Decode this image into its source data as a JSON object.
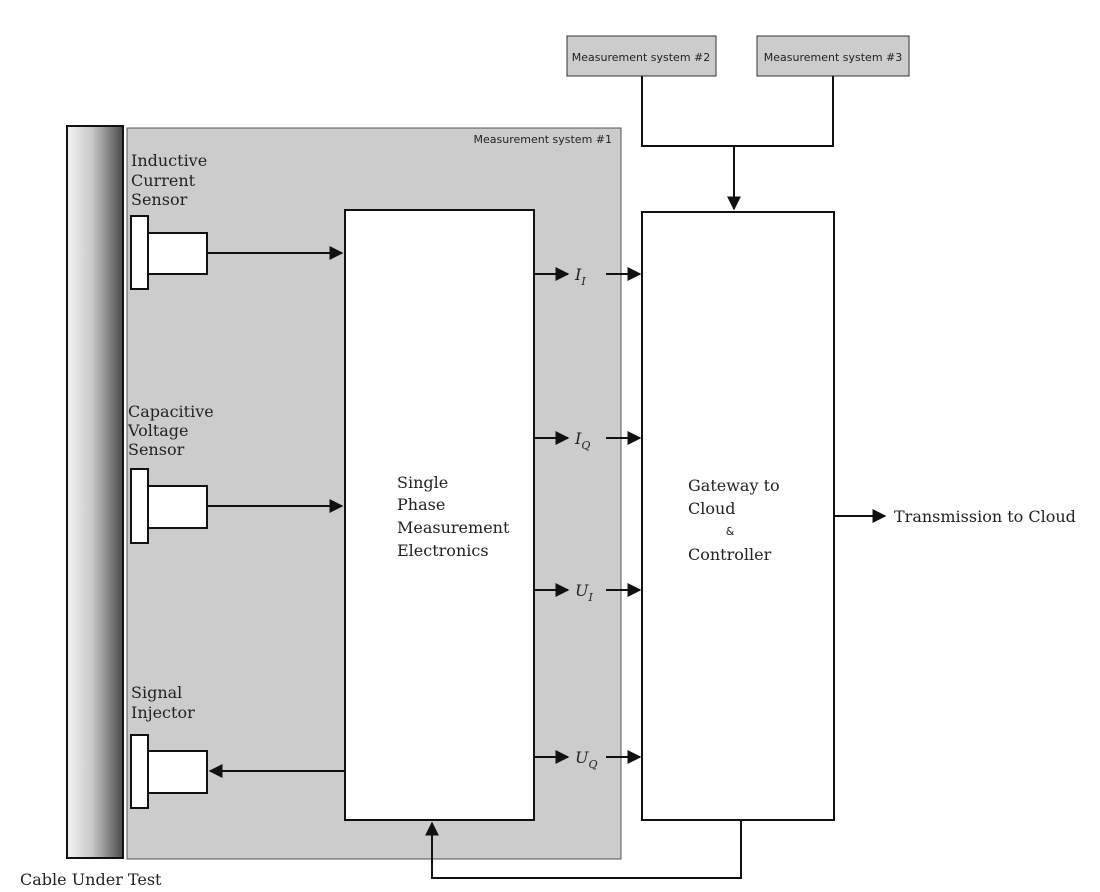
{
  "measurement_systems": {
    "system1": "Measurement system #1",
    "system2": "Measurement system #2",
    "system3": "Measurement system #3"
  },
  "cable_label": "Cable Under Test",
  "sensors": {
    "inductive": [
      "Inductive",
      "Current",
      "Sensor"
    ],
    "capacitive": [
      "Capacitive",
      "Voltage",
      "Sensor"
    ],
    "injector": [
      "Signal",
      "Injector"
    ]
  },
  "electronics_block": [
    "Single",
    "Phase",
    "Measurement",
    "Electronics"
  ],
  "gateway_block": {
    "line1": "Gateway to",
    "line2": "Cloud",
    "amp": "&",
    "line3": "Controller"
  },
  "signals": [
    {
      "base": "I",
      "sub": "I"
    },
    {
      "base": "I",
      "sub": "Q"
    },
    {
      "base": "U",
      "sub": "I"
    },
    {
      "base": "U",
      "sub": "Q"
    }
  ],
  "transmission_label": "Transmission to Cloud",
  "colors": {
    "panel_fill": "#cccccc",
    "stroke": "#111111",
    "box_fill": "#ffffff"
  }
}
